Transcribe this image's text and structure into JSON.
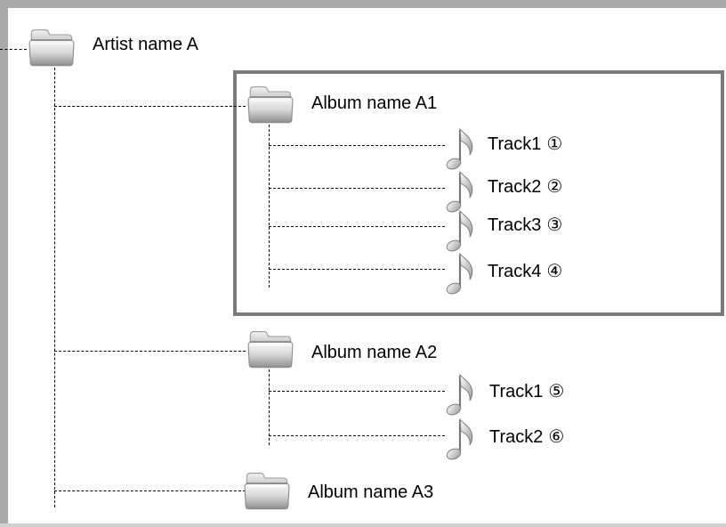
{
  "artist": {
    "label": "Artist name A",
    "icon": "folder-icon"
  },
  "albums": [
    {
      "label": "Album name A1",
      "icon": "folder-icon",
      "tracks": [
        {
          "label": "Track1",
          "number": "①",
          "icon": "music-note-icon"
        },
        {
          "label": "Track2",
          "number": "②",
          "icon": "music-note-icon"
        },
        {
          "label": "Track3",
          "number": "③",
          "icon": "music-note-icon"
        },
        {
          "label": "Track4",
          "number": "④",
          "icon": "music-note-icon"
        }
      ]
    },
    {
      "label": "Album name A2",
      "icon": "folder-icon",
      "tracks": [
        {
          "label": "Track1",
          "number": "⑤",
          "icon": "music-note-icon"
        },
        {
          "label": "Track2",
          "number": "⑥",
          "icon": "music-note-icon"
        }
      ]
    },
    {
      "label": "Album name A3",
      "icon": "folder-icon",
      "tracks": []
    }
  ],
  "colors": {
    "frame": "#a9a9a9",
    "highlight_box": "#7a7a7a",
    "connector": "#000000"
  }
}
